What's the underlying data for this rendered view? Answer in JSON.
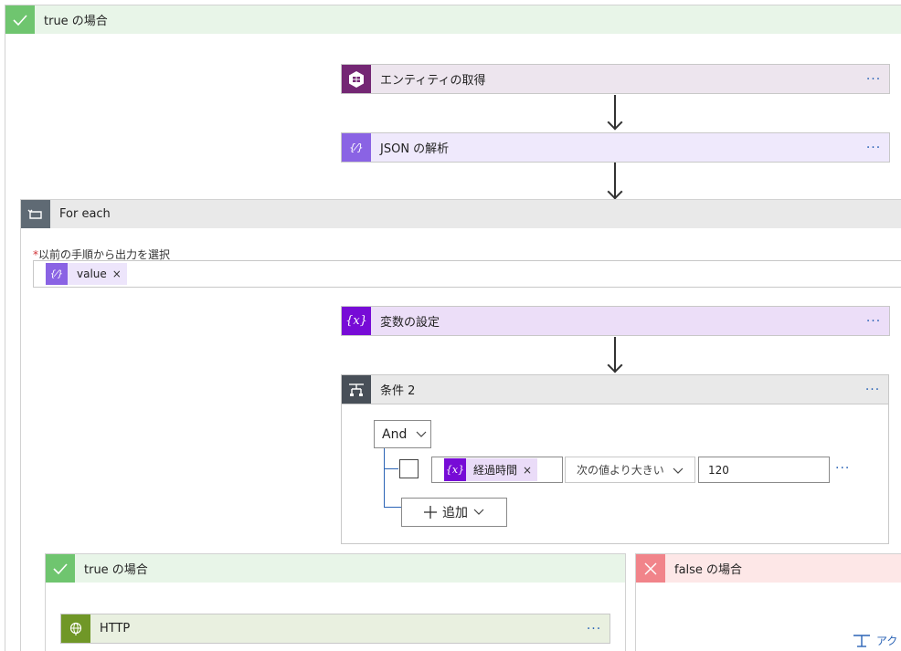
{
  "outer_scope": {
    "label": "true の場合"
  },
  "steps": {
    "get_entity": {
      "label": "エンティティの取得",
      "more": "···"
    },
    "parse_json": {
      "label": "JSON の解析",
      "more": "···"
    }
  },
  "foreach": {
    "label": "For each",
    "field_label": "以前の手順から出力を選択",
    "required_mark": "*",
    "token": {
      "label": "value",
      "remove": "×"
    }
  },
  "set_variable": {
    "label": "変数の設定",
    "more": "···"
  },
  "condition": {
    "label": "条件 2",
    "more": "···",
    "group_operator": "And",
    "row": {
      "operand_token": "経過時間",
      "operand_remove": "×",
      "operator": "次の値より大きい",
      "value": "120",
      "more": "···"
    },
    "add_label": "追加"
  },
  "branches": {
    "true_label": "true の場合",
    "false_label": "false の場合"
  },
  "http": {
    "label": "HTTP",
    "more": "···"
  },
  "action_hint": {
    "label": "アク"
  },
  "colors": {
    "success": "#6fc56f",
    "failure": "#f1848a",
    "dataverse": "#742774",
    "data_ops": "#8a63e4",
    "variable": "#770bd6",
    "condition": "#484f58",
    "http": "#709727",
    "link": "#2b64b6"
  }
}
